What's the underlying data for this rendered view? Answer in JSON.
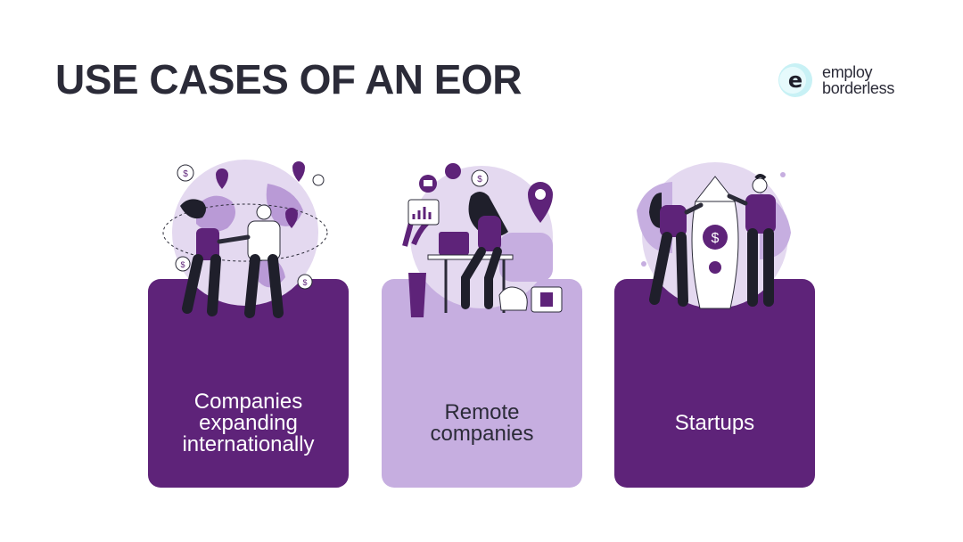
{
  "slide": {
    "title": "USE CASES OF AN EOR"
  },
  "logo": {
    "line1": "employ",
    "line2": "borderless",
    "mark_letter": "e"
  },
  "cards": [
    {
      "label_lines": [
        "Companies",
        "expanding",
        "internationally"
      ],
      "style": "dark",
      "illustration": "globe-handshake-illustration"
    },
    {
      "label_lines": [
        "Remote",
        "companies"
      ],
      "style": "light",
      "illustration": "remote-work-illustration"
    },
    {
      "label_lines": [
        "Startups"
      ],
      "style": "dark",
      "illustration": "rocket-startup-illustration"
    }
  ],
  "colors": {
    "dark_purple": "#5e2379",
    "light_purple": "#c6aee0",
    "pale_purple": "#e4d9f0",
    "title_text": "#2b2b38",
    "logo_accent": "#22c2d4"
  }
}
